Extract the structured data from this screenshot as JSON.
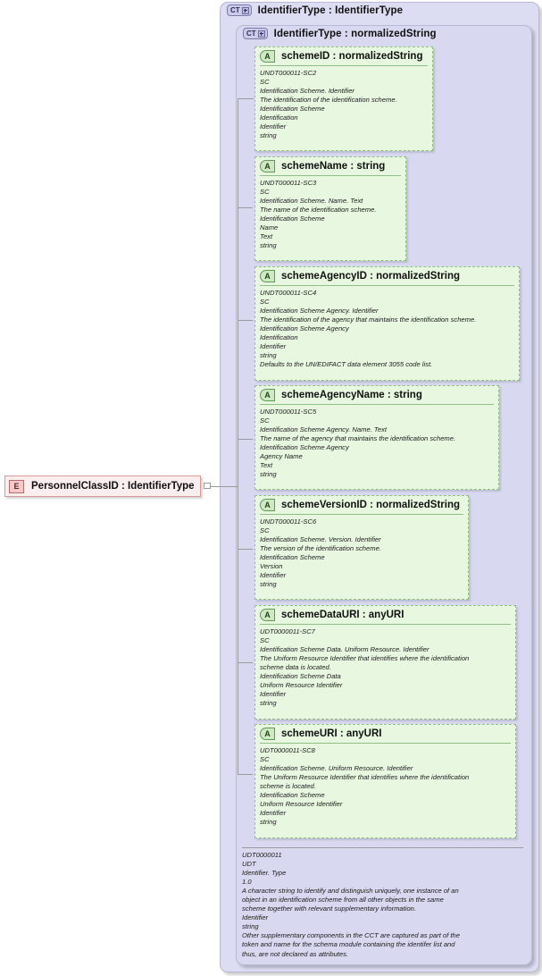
{
  "diagram": {
    "element": {
      "icon": "element-icon",
      "icon_label": "E",
      "title": "PersonnelClassID : IdentifierType"
    },
    "complex_type_outer": {
      "icon": "complextype-icon",
      "icon_label": "CT",
      "title": "IdentifierType : IdentifierType"
    },
    "complex_type_inner": {
      "icon": "complextype-icon",
      "icon_label": "CT",
      "title": "IdentifierType : normalizedString"
    },
    "attributes": [
      {
        "icon_label": "A",
        "name": "schemeID",
        "title": "schemeID : normalizedString",
        "doc": "UNDT000011-SC2\nSC\nIdentification Scheme. Identifier\nThe identification of the identification scheme.\nIdentification Scheme\nIdentification\nIdentifier\nstring"
      },
      {
        "icon_label": "A",
        "name": "schemeName",
        "title": "schemeName : string",
        "doc": "UNDT000011-SC3\nSC\nIdentification Scheme. Name. Text\nThe name of the identification scheme.\nIdentification Scheme\nName\nText\nstring"
      },
      {
        "icon_label": "A",
        "name": "schemeAgencyID",
        "title": "schemeAgencyID : normalizedString",
        "doc": "UNDT000011-SC4\nSC\nIdentification Scheme Agency. Identifier\nThe identification of the agency that maintains the identification scheme.\nIdentification Scheme Agency\nIdentification\nIdentifier\nstring\nDefaults to the UN/EDIFACT data element 3055 code list."
      },
      {
        "icon_label": "A",
        "name": "schemeAgencyName",
        "title": "schemeAgencyName : string",
        "doc": "UNDT000011-SC5\nSC\nIdentification Scheme Agency. Name. Text\nThe name of the agency that maintains the identification scheme.\nIdentification Scheme Agency\nAgency Name\nText\nstring"
      },
      {
        "icon_label": "A",
        "name": "schemeVersionID",
        "title": "schemeVersionID : normalizedString",
        "doc": "UNDT000011-SC6\nSC\nIdentification Scheme. Version. Identifier\nThe version of the identification scheme.\nIdentification Scheme\nVersion\nIdentifier\nstring"
      },
      {
        "icon_label": "A",
        "name": "schemeDataURI",
        "title": "schemeDataURI : anyURI",
        "doc": "UDT0000011-SC7\nSC\nIdentification Scheme Data. Uniform Resource. Identifier\nThe Uniform Resource Identifier that identifies where the identification\nscheme data is located.\nIdentification Scheme Data\nUniform Resource Identifier\nIdentifier\nstring"
      },
      {
        "icon_label": "A",
        "name": "schemeURI",
        "title": "schemeURI : anyURI",
        "doc": "UDT0000011-SC8\nSC\nIdentification Scheme. Uniform Resource. Identifier\nThe Uniform Resource Identifier that identifies where the identification\nscheme is located.\nIdentification Scheme\nUniform Resource Identifier\nIdentifier\nstring"
      }
    ],
    "footer_doc": "UDT0000011\nUDT\nIdentifier. Type\n1.0\nA character string to identify and distinguish uniquely, one instance of an\nobject in an identification scheme from all other objects in the same\nscheme together with relevant supplementary information.\nIdentifier\nstring\nOther supplementary components in the CCT are captured as part of the\ntoken and name for the schema module containing the identifer list and\nthus, are not declared as attributes."
  },
  "colors": {
    "container_fill": "#dcdcf2",
    "attribute_fill": "#e8f7e0",
    "attribute_border": "#8fbf84",
    "element_fill": "#fbeeee",
    "element_border": "#d79a9a",
    "connector": "#9a9a9a"
  }
}
